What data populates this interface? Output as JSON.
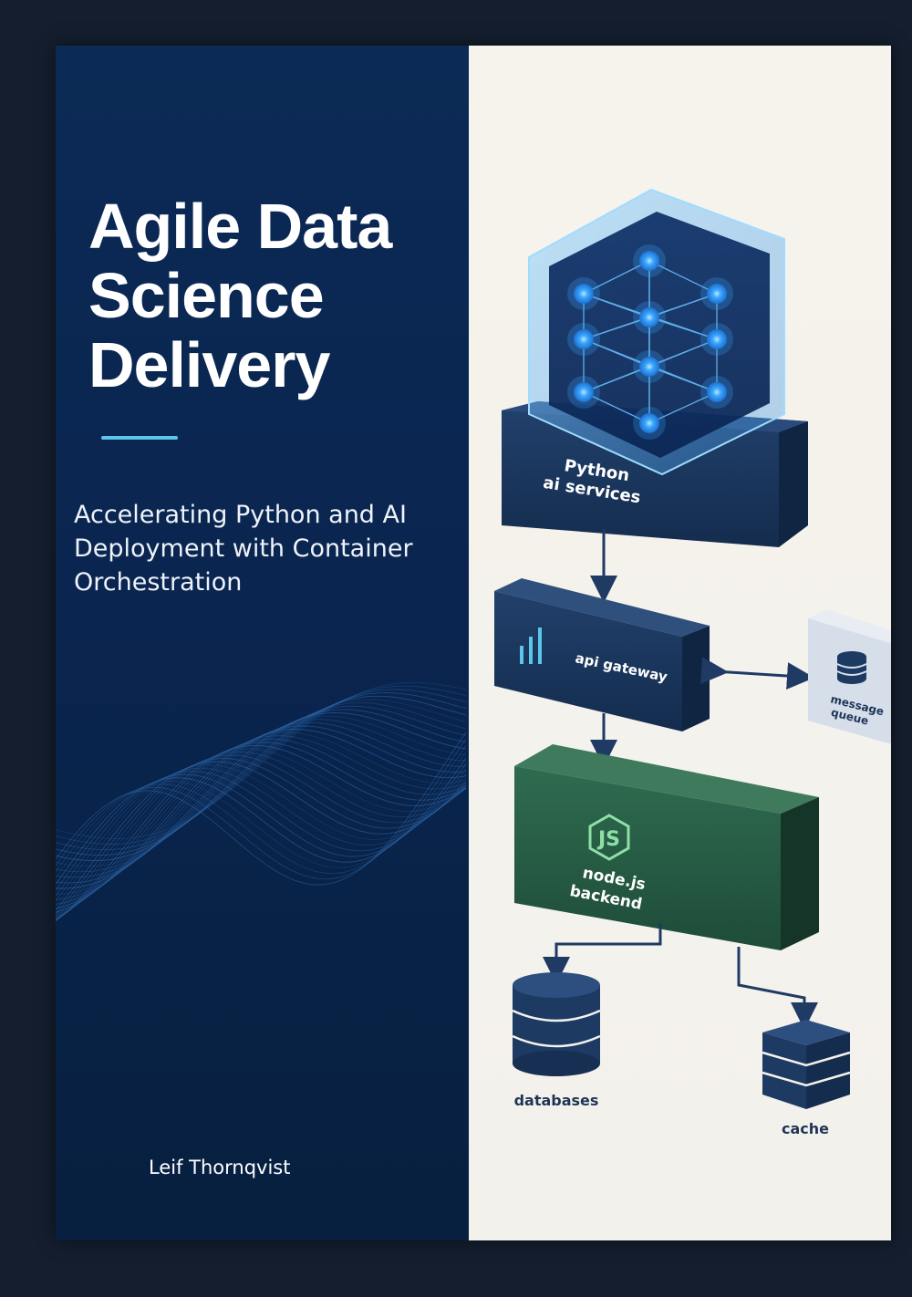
{
  "cover": {
    "title_lines": [
      "Agile Data",
      "Science",
      "Delivery"
    ],
    "subtitle_lines": [
      "Accelerating Python and AI",
      "Deployment with Container",
      "Orchestration"
    ],
    "author": "Leif Thornqvist"
  },
  "diagram": {
    "python_label_lines": [
      "Python",
      "ai services"
    ],
    "gateway_label": "api gateway",
    "queue_label_lines": [
      "message",
      "queue"
    ],
    "node_logo": "JS",
    "node_label_lines": [
      "node.js",
      "backend"
    ],
    "databases_label": "databases",
    "cache_label": "cache"
  },
  "colors": {
    "navy": "#0b2a55",
    "accent_cyan": "#5cc6ea",
    "node_green": "#2f6b4f",
    "box_navy": "#1d3a63",
    "paper": "#f4f2ec"
  }
}
